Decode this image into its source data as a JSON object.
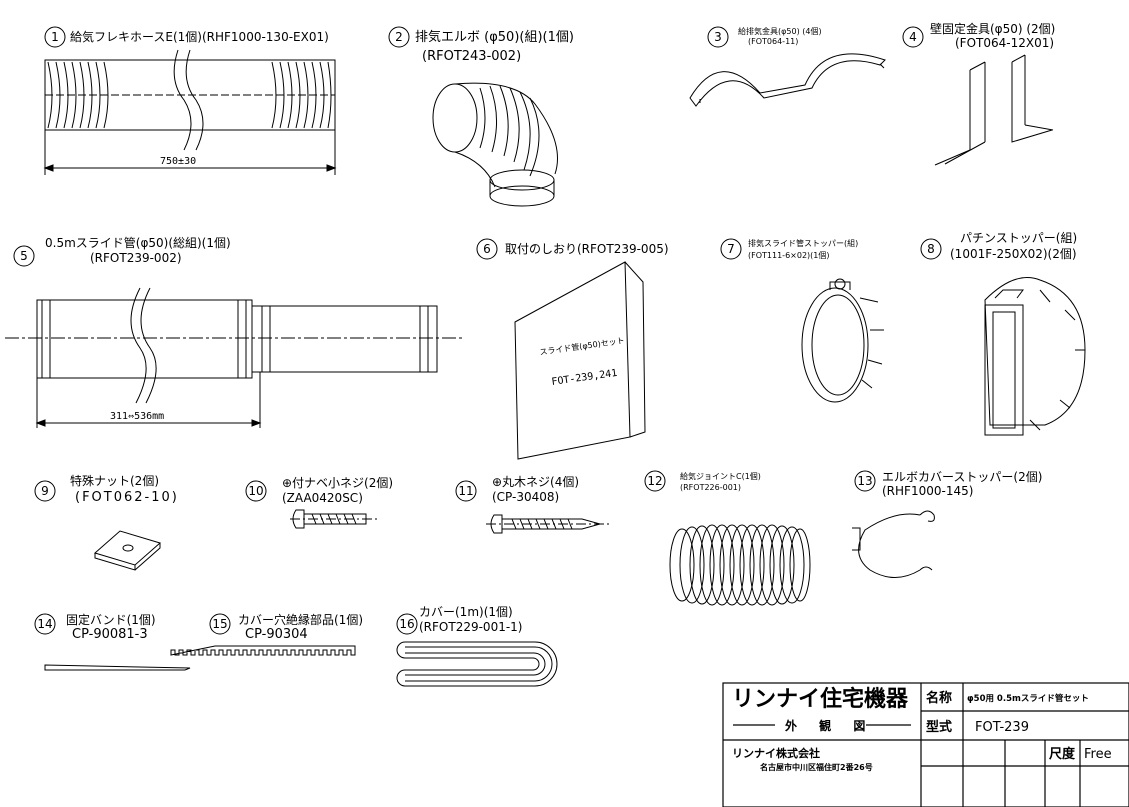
{
  "parts": [
    {
      "no": "1",
      "name": "給気フレキホースE(1個)(RHF1000-130-EX01)",
      "code": "",
      "dim": "750±30"
    },
    {
      "no": "2",
      "name": "排気エルボ (φ50)(組)(1個)",
      "code": "(RFOT243-002)"
    },
    {
      "no": "3",
      "name": "給排気金具(φ50) (4個)",
      "code": "(FOT064-11)"
    },
    {
      "no": "4",
      "name": "壁固定金具(φ50) (2個)",
      "code": "(FOT064-12X01)"
    },
    {
      "no": "5",
      "name": "0.5mスライド管(φ50)(総組)(1個)",
      "code": "(RFOT239-002)",
      "dim": "311⇔536mm"
    },
    {
      "no": "6",
      "name": "取付のしおり(RFOT239-005)",
      "code": "",
      "booklet_line1": "スライド管(φ50)セット",
      "booklet_line2": "FOT-239,241"
    },
    {
      "no": "7",
      "name": "排気スライド管ストッパー(組)",
      "code": "(FOT111-6×02)(1個)"
    },
    {
      "no": "8",
      "name": "パチンストッパー(組)",
      "code": "(1001F-250X02)(2個)"
    },
    {
      "no": "9",
      "name": "特殊ナット(2個)",
      "code": "(FOT062-10)"
    },
    {
      "no": "10",
      "name": "⊕付ナベ小ネジ(2個)",
      "code": "(ZAA0420SC)"
    },
    {
      "no": "11",
      "name": "⊕丸木ネジ(4個)",
      "code": "(CP-30408)"
    },
    {
      "no": "12",
      "name": "給気ジョイントC(1個)",
      "code": "(RFOT226-001)"
    },
    {
      "no": "13",
      "name": "エルボカバーストッパー(2個)",
      "code": "(RHF1000-145)"
    },
    {
      "no": "14",
      "name": "固定バンド(1個)",
      "code": "CP-90081-3"
    },
    {
      "no": "15",
      "name": "カバー穴絶縁部品(1個)",
      "code": "CP-90304"
    },
    {
      "no": "16",
      "name": "カバー(1m)(1個)",
      "code": "(RFOT229-001-1)"
    }
  ],
  "title_block": {
    "brand": "リンナイ住宅機器",
    "view": "外 観 図",
    "company": "リンナイ株式会社",
    "address": "名古屋市中川区福住町2番26号",
    "name_label": "名称",
    "name_value": "φ50用 0.5mスライド管セット",
    "model_label": "型式",
    "model_value": "FOT-239",
    "scale_label": "尺度",
    "scale_value": "Free"
  }
}
